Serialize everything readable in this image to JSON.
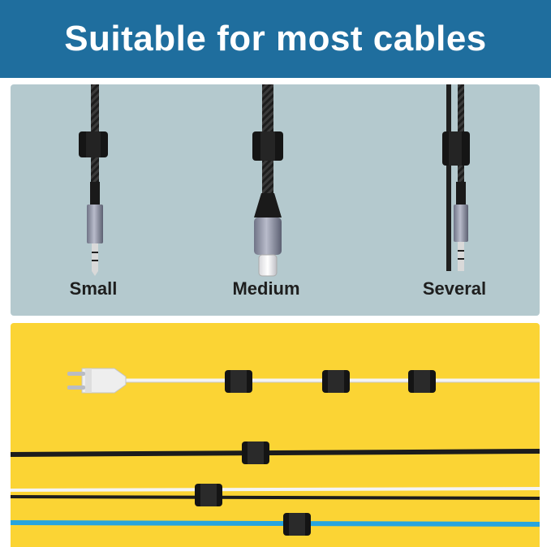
{
  "header": {
    "title": "Suitable for most cables"
  },
  "sizes": [
    {
      "label": "Small"
    },
    {
      "label": "Medium"
    },
    {
      "label": "Several"
    }
  ],
  "colors": {
    "header_bg": "#1f6e9e",
    "top_panel_bg": "#b4c9ce",
    "bottom_panel_bg": "#fbd434",
    "clip": "#141414",
    "cable_white": "#f4f4f4",
    "cable_black": "#1c1c1c",
    "cable_blue": "#27a5de"
  }
}
